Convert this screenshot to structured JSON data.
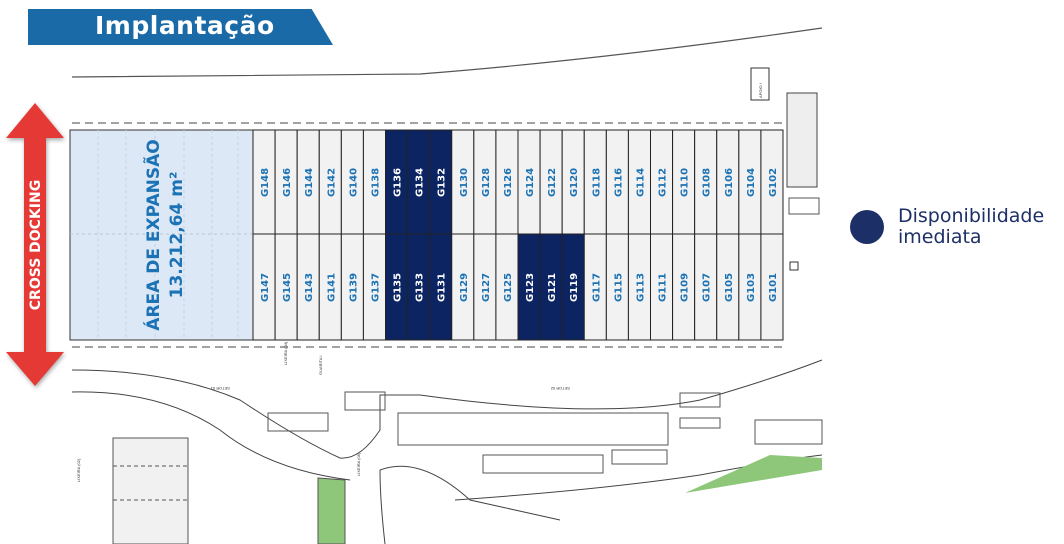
{
  "header": {
    "title": "Implantação"
  },
  "cross_docking": {
    "label": "CROSS DOCKING"
  },
  "expansion_area": {
    "title": "ÁREA DE EXPANSÃO",
    "area": "13.212,64 m²"
  },
  "legend": {
    "label": "Disponibilidade imediata",
    "color": "#1c2f66"
  },
  "colors": {
    "available": "#0d2462",
    "lot": "#f2f2f2",
    "lot_text": "#1b72b5",
    "expansion": "#dce8f5",
    "arrow": "#e53935",
    "banner": "#1b6aa8",
    "green": "#8fc77a"
  },
  "lots": {
    "top": [
      {
        "id": "G148",
        "available": false
      },
      {
        "id": "G146",
        "available": false
      },
      {
        "id": "G144",
        "available": false
      },
      {
        "id": "G142",
        "available": false
      },
      {
        "id": "G140",
        "available": false
      },
      {
        "id": "G138",
        "available": false
      },
      {
        "id": "G136",
        "available": true
      },
      {
        "id": "G134",
        "available": true
      },
      {
        "id": "G132",
        "available": true
      },
      {
        "id": "G130",
        "available": false
      },
      {
        "id": "G128",
        "available": false
      },
      {
        "id": "G126",
        "available": false
      },
      {
        "id": "G124",
        "available": false
      },
      {
        "id": "G122",
        "available": false
      },
      {
        "id": "G120",
        "available": false
      },
      {
        "id": "G118",
        "available": false
      },
      {
        "id": "G116",
        "available": false
      },
      {
        "id": "G114",
        "available": false
      },
      {
        "id": "G112",
        "available": false
      },
      {
        "id": "G110",
        "available": false
      },
      {
        "id": "G108",
        "available": false
      },
      {
        "id": "G106",
        "available": false
      },
      {
        "id": "G104",
        "available": false
      },
      {
        "id": "G102",
        "available": false
      }
    ],
    "bottom": [
      {
        "id": "G147",
        "available": false
      },
      {
        "id": "G145",
        "available": false
      },
      {
        "id": "G143",
        "available": false
      },
      {
        "id": "G141",
        "available": false
      },
      {
        "id": "G139",
        "available": false
      },
      {
        "id": "G137",
        "available": false
      },
      {
        "id": "G135",
        "available": true
      },
      {
        "id": "G133",
        "available": true
      },
      {
        "id": "G131",
        "available": true
      },
      {
        "id": "G129",
        "available": false
      },
      {
        "id": "G127",
        "available": false
      },
      {
        "id": "G125",
        "available": false
      },
      {
        "id": "G123",
        "available": true
      },
      {
        "id": "G121",
        "available": true
      },
      {
        "id": "G119",
        "available": true
      },
      {
        "id": "G117",
        "available": false
      },
      {
        "id": "G115",
        "available": false
      },
      {
        "id": "G113",
        "available": false
      },
      {
        "id": "G111",
        "available": false
      },
      {
        "id": "G109",
        "available": false
      },
      {
        "id": "G107",
        "available": false
      },
      {
        "id": "G105",
        "available": false
      },
      {
        "id": "G103",
        "available": false
      },
      {
        "id": "G101",
        "available": false
      }
    ]
  },
  "site_labels": {
    "lixeira_04": "LIXEIRA (04)",
    "guarita": "GUARITA I",
    "lixeira_06": "LIXEIRA (06)",
    "lixeira_02": "LIXEIRA (02)",
    "apoio": "APOIO I",
    "setor_01": "SETOR 01",
    "setor_02": "SETOR 02"
  }
}
